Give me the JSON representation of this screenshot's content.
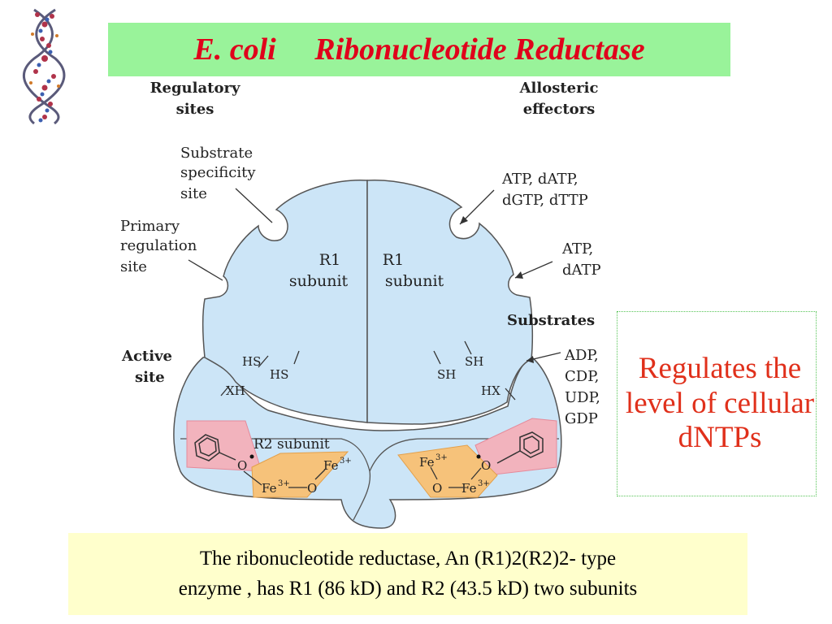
{
  "title": {
    "organism": "E. coli",
    "enzyme": "Ribonucleotide Reductase"
  },
  "diagram": {
    "regulatory_sites": [
      "Regulatory",
      "sites"
    ],
    "allosteric_effectors": [
      "Allosteric",
      "effectors"
    ],
    "substrate_specificity_site": [
      "Substrate",
      "specificity",
      "site"
    ],
    "primary_regulation_site": [
      "Primary",
      "regulation",
      "site"
    ],
    "effectors_specificity": [
      "ATP,  dATP,",
      "dGTP,  dTTP"
    ],
    "effectors_primary": [
      "ATP,",
      "dATP"
    ],
    "r1_left": [
      "R1",
      "subunit"
    ],
    "r1_right": [
      "R1",
      "subunit"
    ],
    "substrates_label": "Substrates",
    "substrates": [
      "ADP,",
      "CDP,",
      "UDP,",
      "GDP"
    ],
    "active_site": [
      "Active",
      "site"
    ],
    "hs1": "HS",
    "hs2": "HS",
    "xh": "XH",
    "sh1": "SH",
    "sh2": "SH",
    "hx": "HX",
    "r2_subunit": "R2 subunit",
    "fe_left_top": "Fe",
    "fe_left_top_sup": "3+",
    "fe_left_bottom": "Fe",
    "fe_left_bottom_sup": "3+",
    "o_left": "O",
    "o_left_bridge": "O",
    "fe_right_top": "Fe",
    "fe_right_top_sup": "3+",
    "fe_right_bottom": "Fe",
    "fe_right_bottom_sup": "3+",
    "o_right": "O",
    "o_right_bridge": "O"
  },
  "note": "Regulates the level of cellular dNTPs",
  "caption": [
    "The ribonucleotide reductase, An (R1)2(R2)2- type",
    "enzyme , has R1 (86 kD) and R2 (43.5 kD) two subunits"
  ],
  "colors": {
    "title_bg": "#99f39a",
    "title_text": "#e0001b",
    "subunit_fill": "#cce5f7",
    "iron_fill": "#f6c27a",
    "tyrosine_fill": "#f2b3bd",
    "note_text": "#e0301b",
    "caption_bg": "#ffffcc"
  }
}
